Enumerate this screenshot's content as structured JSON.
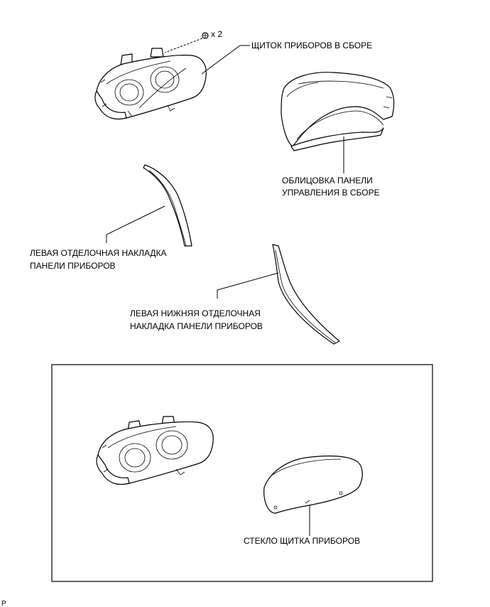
{
  "labels": {
    "cluster_assembly": "ЩИТОК ПРИБОРОВ В СБОРЕ",
    "screw_count": "x 2",
    "panel_finish_line1": "ОБЛИЦОВКА ПАНЕЛИ",
    "panel_finish_line2": "УПРАВЛЕНИЯ В СБОРЕ",
    "left_trim_line1": "ЛЕВАЯ ОТДЕЛОЧНАЯ НАКЛАДКА",
    "left_trim_line2": "ПАНЕЛИ ПРИБОРОВ",
    "left_lower_trim_line1": "ЛЕВАЯ НИЖНЯЯ ОТДЕЛОЧНАЯ",
    "left_lower_trim_line2": "НАКЛАДКА ПАНЕЛИ ПРИБОРОВ",
    "cluster_glass": "СТЕКЛО ЩИТКА ПРИБОРОВ",
    "corner_mark": "P"
  }
}
